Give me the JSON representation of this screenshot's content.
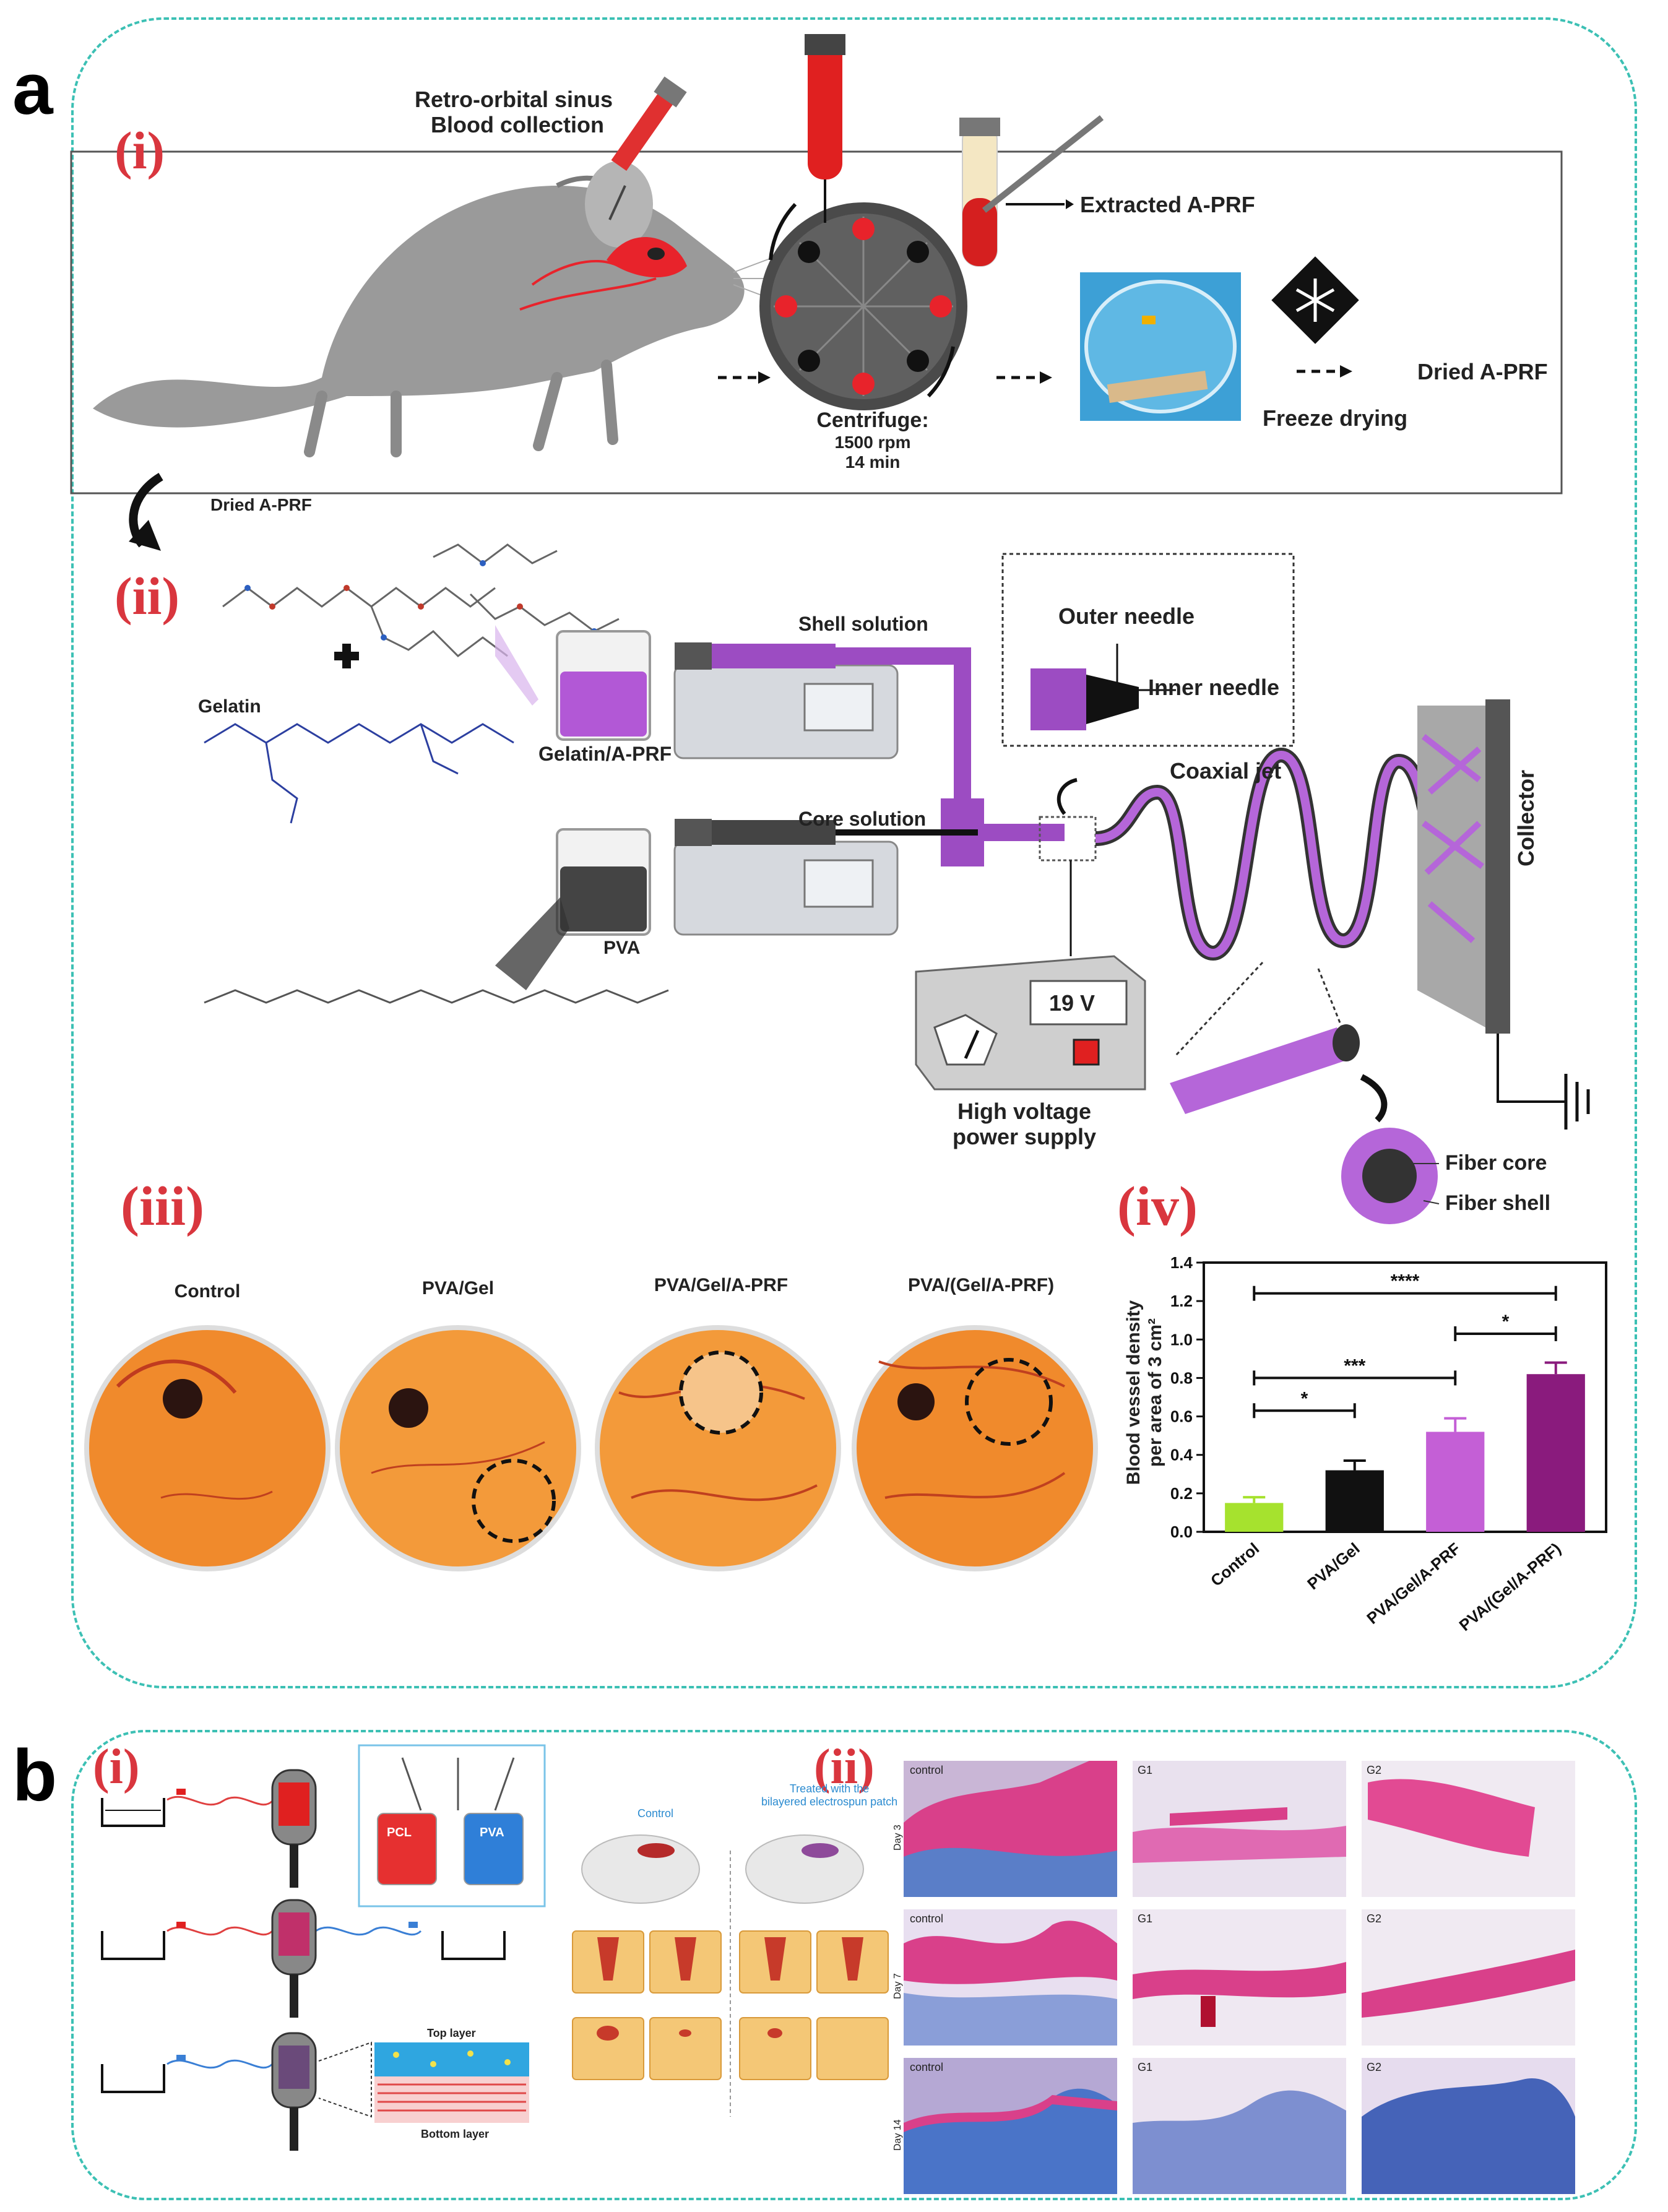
{
  "panel_labels": {
    "a": "a",
    "b": "b",
    "a_i": "(i)",
    "a_ii": "(ii)",
    "a_iii": "(iii)",
    "a_iv": "(iv)",
    "b_i": "(i)",
    "b_ii": "(ii)"
  },
  "step_i": {
    "blood_collection_line1": "Retro-orbital sinus",
    "blood_collection_line2": "Blood collection",
    "extracted": "Extracted A-PRF",
    "centrifuge_line1": "Centrifuge:",
    "centrifuge_line2": "1500 rpm",
    "centrifuge_line3": "14 min",
    "freeze_drying": "Freeze drying",
    "dried": "Dried A-PRF"
  },
  "step_ii": {
    "dried": "Dried A-PRF",
    "gelatin": "Gelatin",
    "gelatin_aprf": "Gelatin/A-PRF",
    "pva": "PVA",
    "shell_solution": "Shell solution",
    "core_solution": "Core solution",
    "outer_needle": "Outer needle",
    "inner_needle": "Inner needle",
    "coaxial_jet": "Coaxial jet",
    "collector": "Collector",
    "voltage": "19 V",
    "power_line1": "High voltage",
    "power_line2": "power supply",
    "fiber_core": "Fiber core",
    "fiber_shell": "Fiber shell"
  },
  "step_iii": {
    "groups": [
      "Control",
      "PVA/Gel",
      "PVA/Gel/A-PRF",
      "PVA/(Gel/A-PRF)"
    ]
  },
  "panel_b": {
    "pcl": "PCL",
    "pva": "PVA",
    "top_layer": "Top layer",
    "bottom_layer": "Bottom layer",
    "control": "Control",
    "treated_line1": "Treated with the",
    "treated_line2": "bilayered electrospun patch",
    "days": [
      "Day 3",
      "Day 7",
      "Day 14"
    ],
    "columns": [
      "control",
      "G1",
      "G2"
    ]
  },
  "colors": {
    "panel_border": "#3cc0b4",
    "roman_label": "#d9363e",
    "control_bar": "#a6e22e",
    "pva_gel_bar": "#111111",
    "pva_gel_aprf_bar": "#c45fd6",
    "pva_gel_aprf_core_bar": "#8a1b7d"
  },
  "chart_data": {
    "type": "bar",
    "categories": [
      "Control",
      "PVA/Gel",
      "PVA/Gel/A-PRF",
      "PVA/(Gel/A-PRF)"
    ],
    "values": [
      0.15,
      0.32,
      0.52,
      0.82
    ],
    "errors": [
      0.03,
      0.05,
      0.07,
      0.06
    ],
    "bar_colors": [
      "#a6e22e",
      "#111111",
      "#c45fd6",
      "#8a1b7d"
    ],
    "ylabel_line1": "Blood vessel density",
    "ylabel_line2": "per area of 3 cm²",
    "ylim": [
      0,
      1.4
    ],
    "yticks": [
      "0.0",
      "0.2",
      "0.4",
      "0.6",
      "0.8",
      "1.0",
      "1.2",
      "1.4"
    ],
    "significance": [
      {
        "from": 0,
        "to": 3,
        "label": "****"
      },
      {
        "from": 2,
        "to": 3,
        "label": "*"
      },
      {
        "from": 0,
        "to": 2,
        "label": "***"
      },
      {
        "from": 0,
        "to": 1,
        "label": "*"
      }
    ]
  }
}
